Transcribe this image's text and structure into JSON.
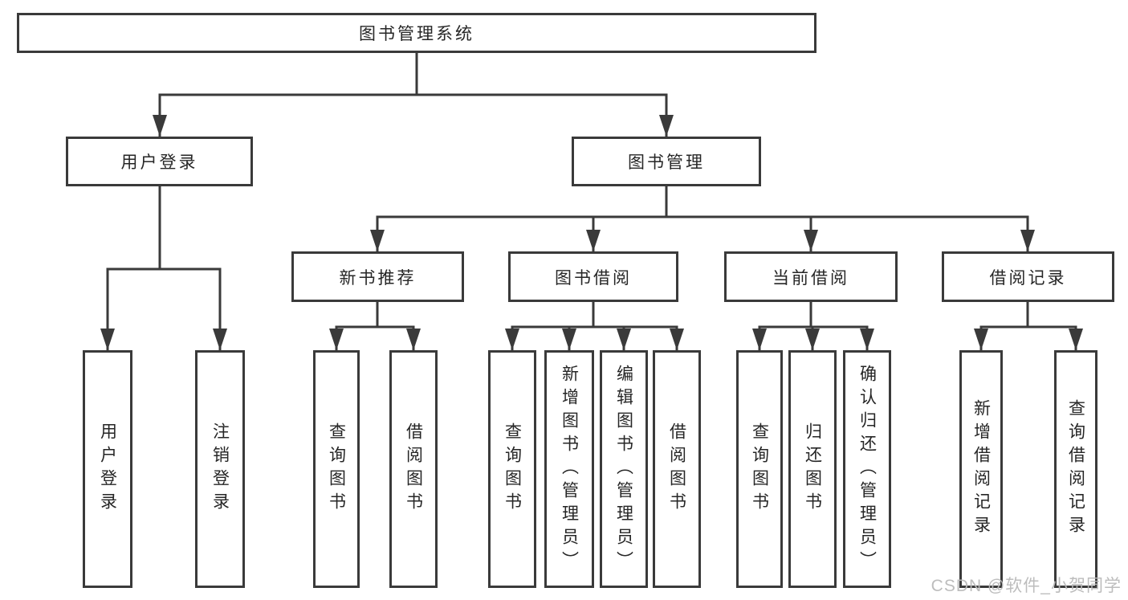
{
  "tree": {
    "label": "图书管理系统",
    "children": [
      {
        "label": "用户登录",
        "children": [
          {
            "label": "用户登录"
          },
          {
            "label": "注销登录"
          }
        ]
      },
      {
        "label": "图书管理",
        "children": [
          {
            "label": "新书推荐",
            "children": [
              {
                "label": "查询图书"
              },
              {
                "label": "借阅图书"
              }
            ]
          },
          {
            "label": "图书借阅",
            "children": [
              {
                "label": "查询图书"
              },
              {
                "label": "新增图书（管理员）"
              },
              {
                "label": "编辑图书（管理员）"
              },
              {
                "label": "借阅图书"
              }
            ]
          },
          {
            "label": "当前借阅",
            "children": [
              {
                "label": "查询图书"
              },
              {
                "label": "归还图书"
              },
              {
                "label": "确认归还（管理员）"
              }
            ]
          },
          {
            "label": "借阅记录",
            "children": [
              {
                "label": "新增借阅记录"
              },
              {
                "label": "查询借阅记录"
              }
            ]
          }
        ]
      }
    ]
  },
  "watermark": {
    "text": "CSDN @软件_小贺同学"
  },
  "colors": {
    "line": "#3a3a3a",
    "box_border": "#3a3a3a",
    "text": "#262626",
    "background": "#ffffff",
    "watermark": "#b9b9b9"
  }
}
